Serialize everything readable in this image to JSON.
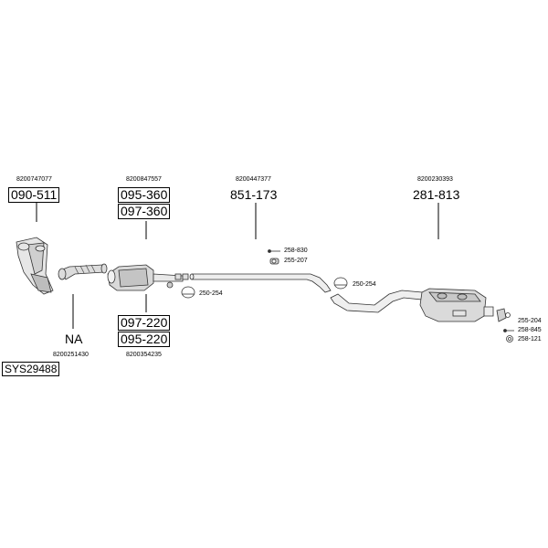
{
  "oem_numbers": {
    "manifold_top": "8200747077",
    "cat_top": "8200847557",
    "center_top": "8200447377",
    "rear_top": "8200230393",
    "manifold_bottom": "8200251430",
    "cat_bottom": "8200354235"
  },
  "part_codes": {
    "manifold": "090-511",
    "cat_1": "095-360",
    "cat_2": "097-360",
    "cat_3": "097-220",
    "cat_4": "095-220",
    "center_pipe": "851-173",
    "rear_silencer": "281-813"
  },
  "fittings": {
    "f1": "258-830",
    "f2": "255-207",
    "clamp_front": "250-254",
    "clamp_mid": "250-254",
    "f_rear_1": "255-204",
    "f_rear_2": "258-845",
    "f_rear_3": "258-121"
  },
  "na_label": "NA",
  "system_code": "SYS29488"
}
